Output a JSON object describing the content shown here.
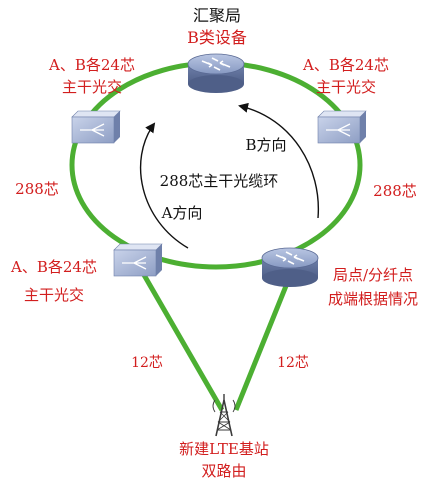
{
  "colors": {
    "ring": "#4caf32",
    "ring_dark": "#2e8a1f",
    "red_text": "#d21e1e",
    "black_text": "#111111",
    "router_body": "#7d8fb7",
    "box_body": "#8fa0c2"
  },
  "title": {
    "line1": "汇聚局",
    "line2": "B类设备"
  },
  "ring_label": "288芯主干光缆环",
  "directions": {
    "a": "A方向",
    "b": "B方向"
  },
  "cabinets": {
    "top_left": {
      "line1": "A、B各24芯",
      "line2": "主干光交"
    },
    "top_right": {
      "line1": "A、B各24芯",
      "line2": "主干光交"
    },
    "bottom_left": {
      "line1": "A、B各24芯",
      "line2": "主干光交"
    }
  },
  "side_labels": {
    "left": "288芯",
    "right": "288芯"
  },
  "branch_node": {
    "line1": "局点/分纤点",
    "line2": "成端根据情况"
  },
  "drop_labels": {
    "left": "12芯",
    "right": "12芯"
  },
  "base_station": {
    "line1": "新建LTE基站",
    "line2": "双路由"
  },
  "icons": {
    "hub": "router-icon",
    "branch": "router-icon",
    "cabinet": "optical-cross-connect-icon",
    "tower": "cell-tower-icon"
  }
}
